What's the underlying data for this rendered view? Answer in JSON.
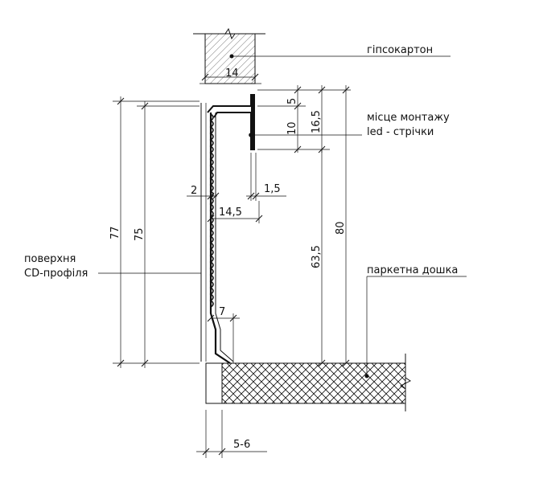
{
  "labels": {
    "drywall": "гіпсокартон",
    "led_mount_1": "місце монтажу",
    "led_mount_2": "led - стрічки",
    "cd_surface_1": "поверхня",
    "cd_surface_2": "CD-профіля",
    "parquet": "паркетна дошка"
  },
  "dims": {
    "d14": "14",
    "d5": "5",
    "d16_5": "16,5",
    "d10": "10",
    "d2": "2",
    "d1_5": "1,5",
    "d14_5": "14,5",
    "d77": "77",
    "d75": "75",
    "d80": "80",
    "d63_5": "63,5",
    "d7": "7",
    "d5_6": "5-6"
  }
}
